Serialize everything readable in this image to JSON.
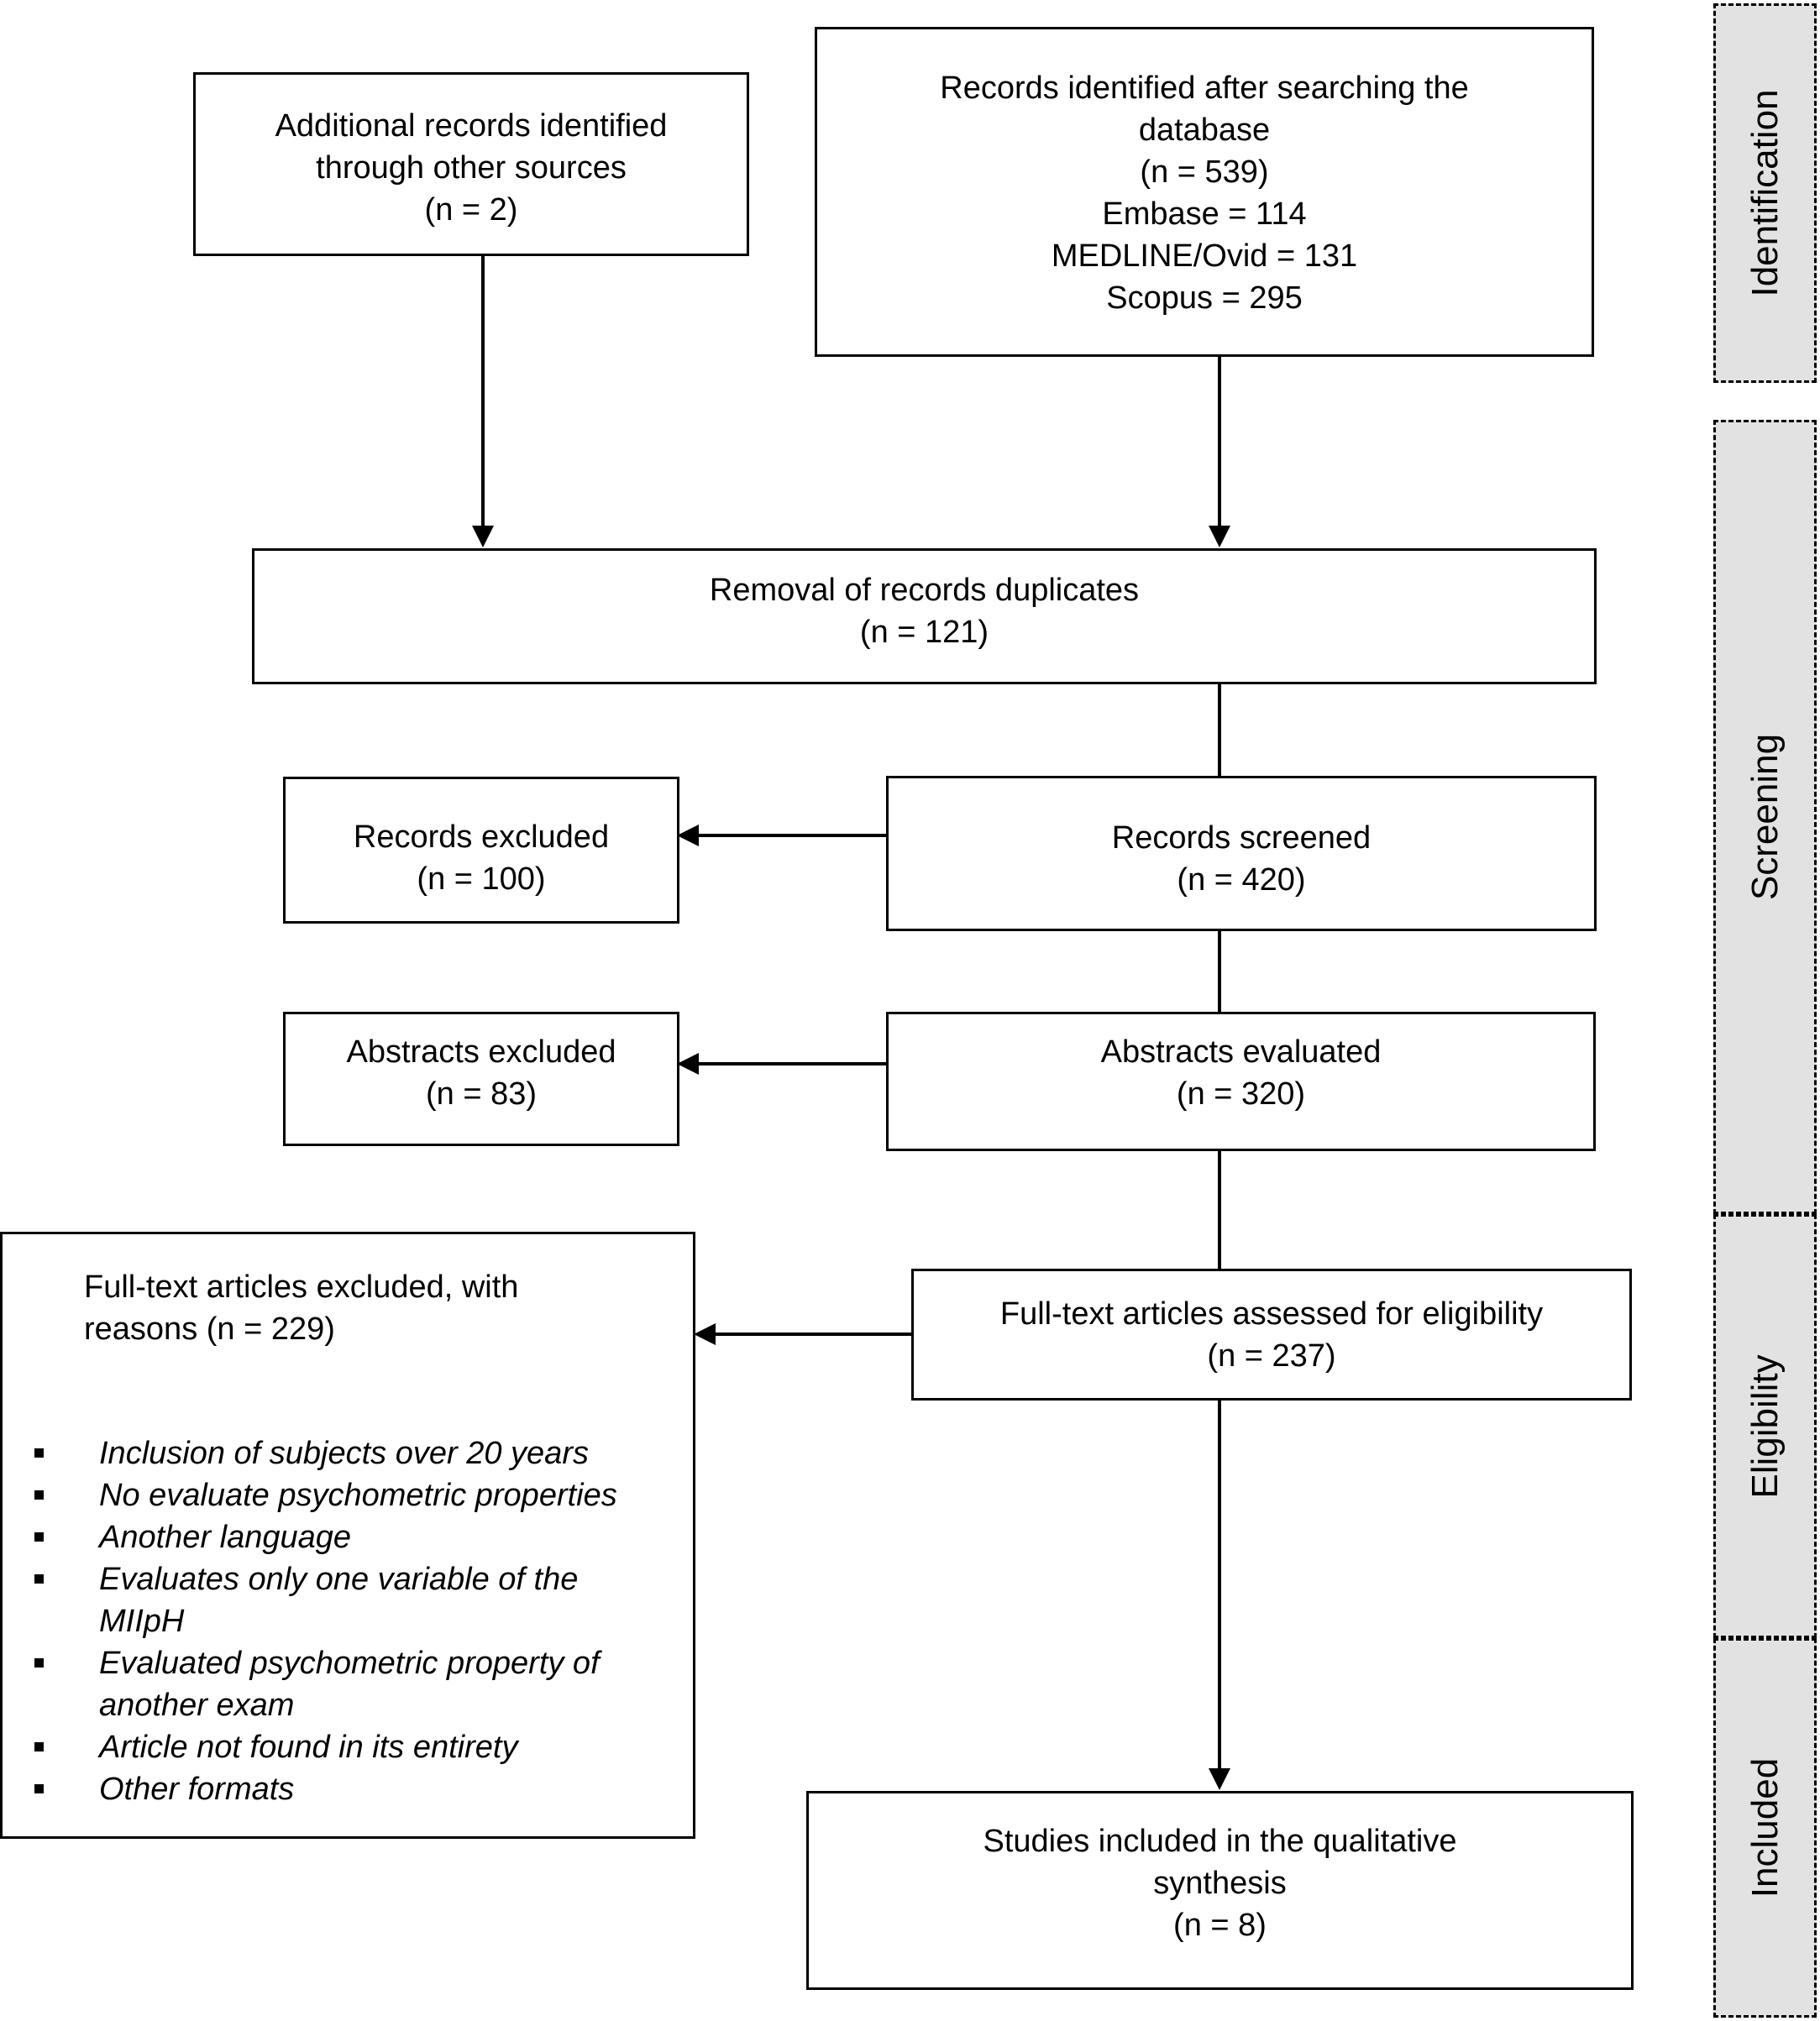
{
  "stages": [
    {
      "label": "Identification"
    },
    {
      "label": "Screening"
    },
    {
      "label": "Eligibility"
    },
    {
      "label": "Included"
    }
  ],
  "boxes": {
    "other_sources": {
      "lines": [
        "Additional records identified",
        "through other sources",
        "(n = 2)"
      ]
    },
    "database_search": {
      "lines": [
        "Records identified after searching the",
        "database",
        "(n = 539)",
        "Embase = 114",
        "MEDLINE/Ovid = 131",
        "Scopus = 295"
      ]
    },
    "duplicates": {
      "lines": [
        "Removal of records duplicates",
        "(n = 121)"
      ]
    },
    "records_excluded": {
      "lines": [
        "Records excluded",
        "(n = 100)"
      ]
    },
    "records_screened": {
      "lines": [
        "Records screened",
        "(n = 420)"
      ]
    },
    "abstracts_excluded": {
      "lines": [
        "Abstracts excluded",
        "(n = 83)"
      ]
    },
    "abstracts_evaluated": {
      "lines": [
        "Abstracts evaluated",
        "(n = 320)"
      ]
    },
    "fulltext_excluded": {
      "lines": [
        "Full-text articles excluded, with",
        "reasons (n = 229)"
      ],
      "reasons": [
        "Inclusion of subjects over 20 years",
        "No evaluate psychometric properties",
        "Another language",
        "Evaluates only one variable of the MIIpH",
        "Evaluated psychometric property of another exam",
        "Article not found in its entirety",
        "Other formats"
      ]
    },
    "fulltext_assessed": {
      "lines": [
        "Full-text articles assessed for eligibility",
        "(n = 237)"
      ]
    },
    "included": {
      "lines": [
        "Studies included in the qualitative",
        "synthesis",
        "(n = 8)"
      ]
    }
  }
}
